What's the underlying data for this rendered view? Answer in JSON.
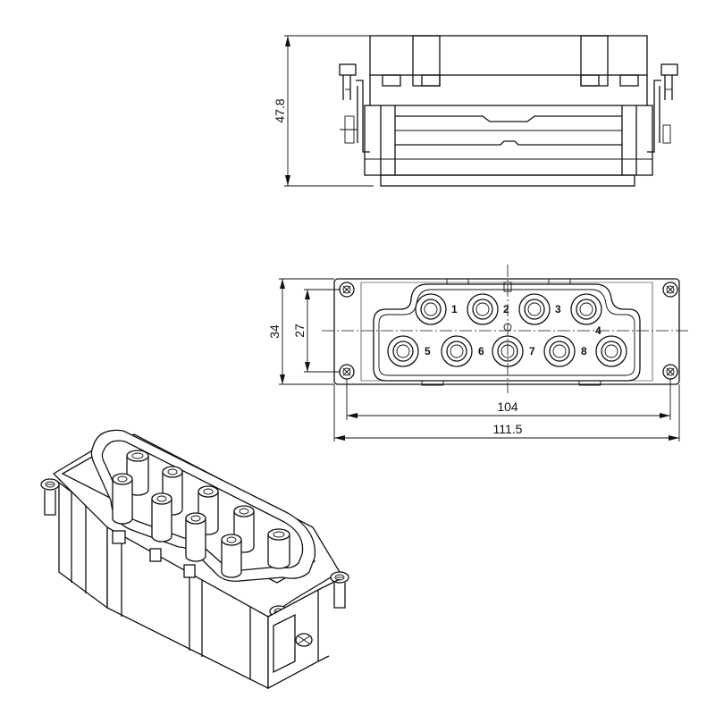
{
  "dimensions": {
    "height": "47.8",
    "width_outer": "34",
    "width_inner": "27",
    "length_inner": "104",
    "length_outer": "111.5"
  },
  "pin_labels": [
    "1",
    "2",
    "3",
    "4",
    "5",
    "6",
    "7",
    "8"
  ]
}
